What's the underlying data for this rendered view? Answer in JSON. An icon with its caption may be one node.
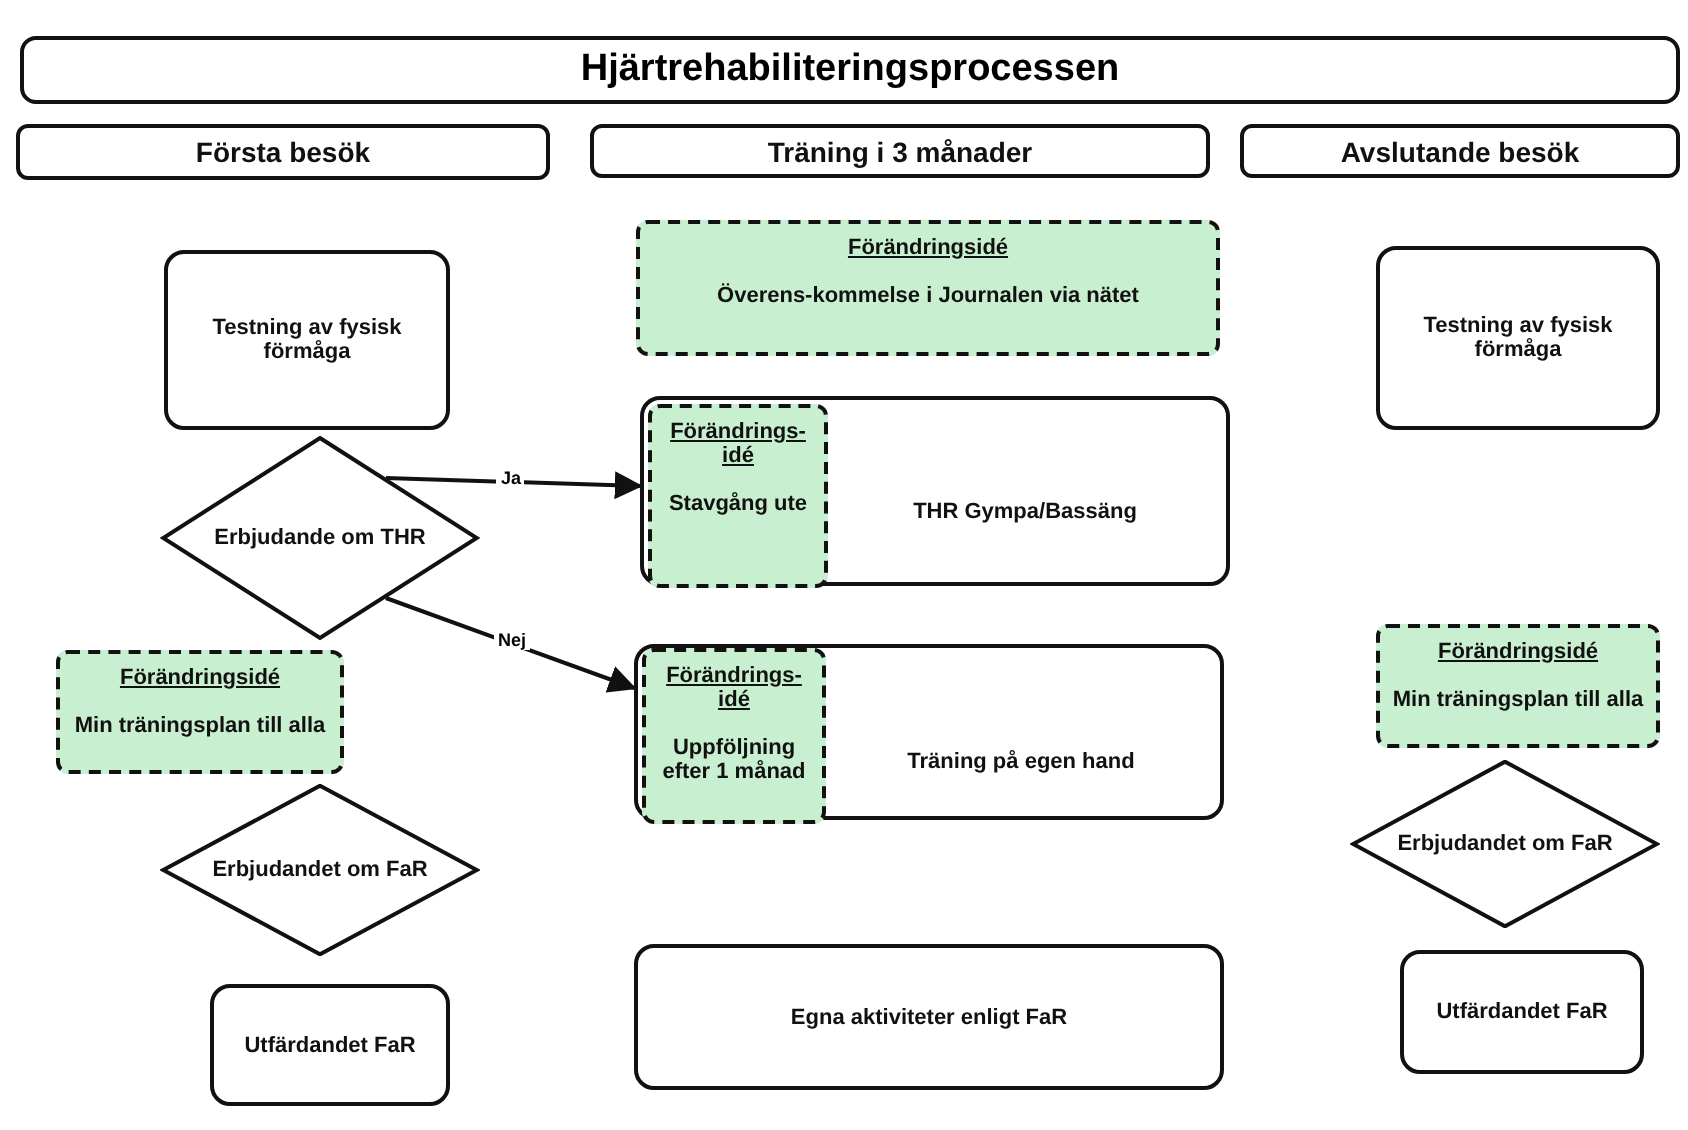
{
  "diagram": {
    "title": "Hjärtrehabiliteringsprocessen",
    "nodes": [
      {
        "text": [
          "Första besök"
        ]
      },
      {
        "text": [
          "Träning i 3 månader"
        ]
      },
      {
        "text": [
          "Avslutande besök"
        ]
      },
      {
        "text": [
          "Testning av fysisk förmåga"
        ]
      },
      {
        "text": [
          "Erbjudande om THR"
        ]
      },
      {
        "text": [
          "Förändringsidé",
          "Min träningsplan till alla"
        ]
      },
      {
        "text": [
          "Erbjudandet om FaR"
        ]
      },
      {
        "text": [
          "Utfärdandet FaR"
        ]
      },
      {
        "text": [
          "Förändringsidé",
          "Överens-kommelse i Journalen via nätet"
        ]
      },
      {
        "text": [
          "THR Gympa/Bassäng"
        ]
      },
      {
        "text": [
          "Förändrings- idé",
          "Stavgång ute"
        ],
        "in": 9
      },
      {
        "text": [
          "Träning på egen hand"
        ]
      },
      {
        "text": [
          "Förändrings- idé",
          "Uppföljning efter 1 månad"
        ],
        "in": 11
      },
      {
        "text": [
          "Egna aktiviteter enligt FaR"
        ]
      },
      {
        "text": [
          "Testning av fysisk förmåga"
        ]
      },
      {
        "text": [
          "Förändringsidé",
          "Min träningsplan till alla"
        ]
      },
      {
        "text": [
          "Erbjudandet om FaR"
        ]
      },
      {
        "text": [
          "Utfärdandet FaR"
        ]
      }
    ],
    "edges": [
      {
        "from": 4,
        "to": 9,
        "label": "Ja",
        "arrow": "to"
      },
      {
        "from": 4,
        "to": 11,
        "label": "Nej",
        "arrow": "to"
      }
    ]
  }
}
